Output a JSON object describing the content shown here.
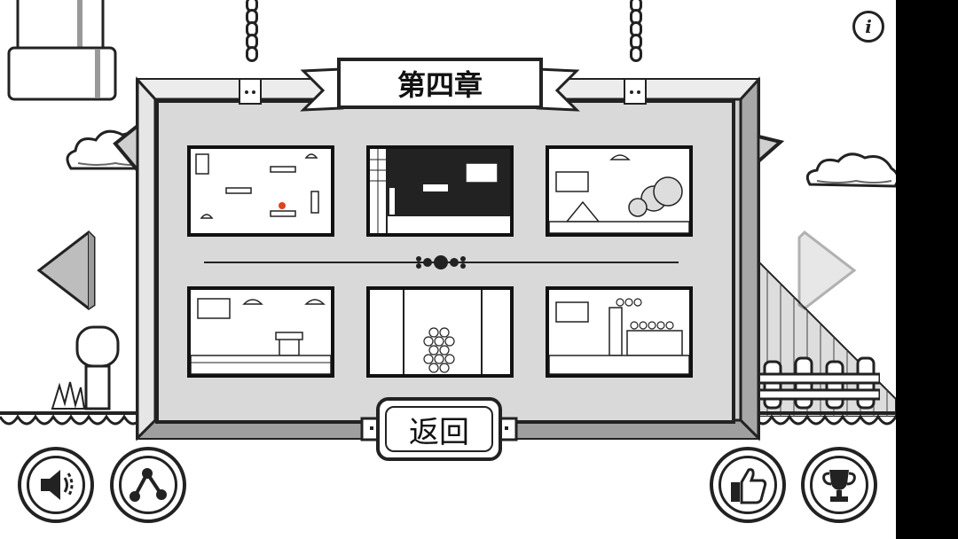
{
  "chapter": {
    "title": "第四章"
  },
  "menu": {
    "back_label": "返回"
  },
  "levels": [
    {
      "id": "level-1"
    },
    {
      "id": "level-2"
    },
    {
      "id": "level-3"
    },
    {
      "id": "level-4"
    },
    {
      "id": "level-5"
    },
    {
      "id": "level-6"
    }
  ],
  "icons": {
    "info": "info-icon",
    "sound": "speaker-icon",
    "share": "share-icon",
    "like": "thumbs-up-icon",
    "achievements": "trophy-icon",
    "prev": "left-arrow-icon",
    "next": "right-arrow-icon"
  },
  "colors": {
    "ink": "#222222",
    "panel": "#d9d9d9",
    "frame": "#cfcfcf",
    "background": "#ffffff"
  }
}
